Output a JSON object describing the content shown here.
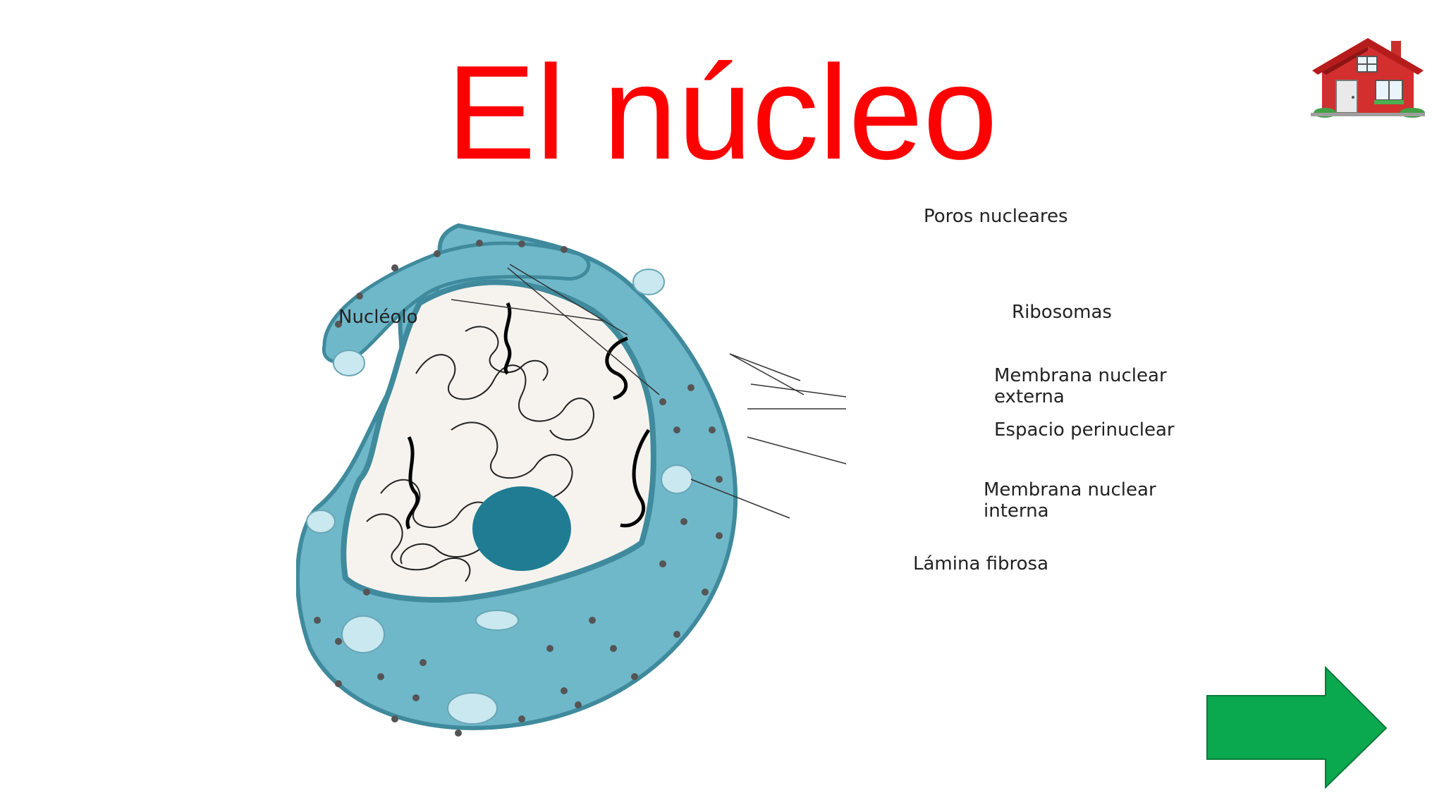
{
  "title": "El núcleo",
  "nav": {
    "home_icon": "house-icon",
    "next_icon": "right-arrow-icon"
  },
  "colors": {
    "title": "#ff0000",
    "membrane": "#6fb8c9",
    "membrane_dark": "#3f8a9c",
    "nucleoplasm": "#f6f3ee",
    "nucleolus": "#1f7c93",
    "pore": "#c9e8f0",
    "arrow": "#0aa84f"
  },
  "labels": {
    "poros": "Poros nucleares",
    "ribosomas": "Ribosomas",
    "nucleolo": "Nucléolo",
    "membrana_ext_1": "Membrana nuclear",
    "membrana_ext_2": "externa",
    "espacio": "Espacio perinuclear",
    "membrana_int_1": "Membrana nuclear",
    "membrana_int_2": "interna",
    "lamina": "Lámina fibrosa"
  }
}
